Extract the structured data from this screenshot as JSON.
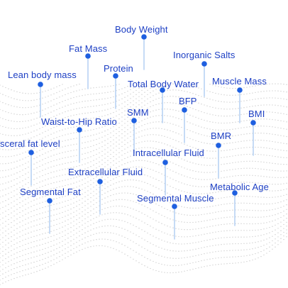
{
  "colors": {
    "label": "#1d3fc4",
    "pin_head": "#1e5fe0",
    "stem": "#b7d2f4",
    "wave_dots": "#c9c9c9",
    "background": "#ffffff"
  },
  "metrics": [
    {
      "id": "body-weight",
      "label": "Body Weight"
    },
    {
      "id": "fat-mass",
      "label": "Fat Mass"
    },
    {
      "id": "protein",
      "label": "Protein"
    },
    {
      "id": "inorganic-salts",
      "label": "Inorganic Salts"
    },
    {
      "id": "lean-body-mass",
      "label": "Lean body mass"
    },
    {
      "id": "total-body-water",
      "label": "Total Body Water"
    },
    {
      "id": "muscle-mass",
      "label": "Muscle Mass"
    },
    {
      "id": "bfp",
      "label": "BFP"
    },
    {
      "id": "smm",
      "label": "SMM"
    },
    {
      "id": "bmi",
      "label": "BMI"
    },
    {
      "id": "waist-to-hip-ratio",
      "label": "Waist-to-Hip Ratio"
    },
    {
      "id": "visceral-fat-level",
      "label": "sceral fat level"
    },
    {
      "id": "bmr",
      "label": "BMR"
    },
    {
      "id": "intracellular-fluid",
      "label": "Intracellular Fluid"
    },
    {
      "id": "extracellular-fluid",
      "label": "Extracellular Fluid"
    },
    {
      "id": "metabolic-age",
      "label": "Metabolic Age"
    },
    {
      "id": "segmental-fat",
      "label": "Segmental Fat"
    },
    {
      "id": "segmental-muscle",
      "label": "Segmental Muscle"
    }
  ]
}
